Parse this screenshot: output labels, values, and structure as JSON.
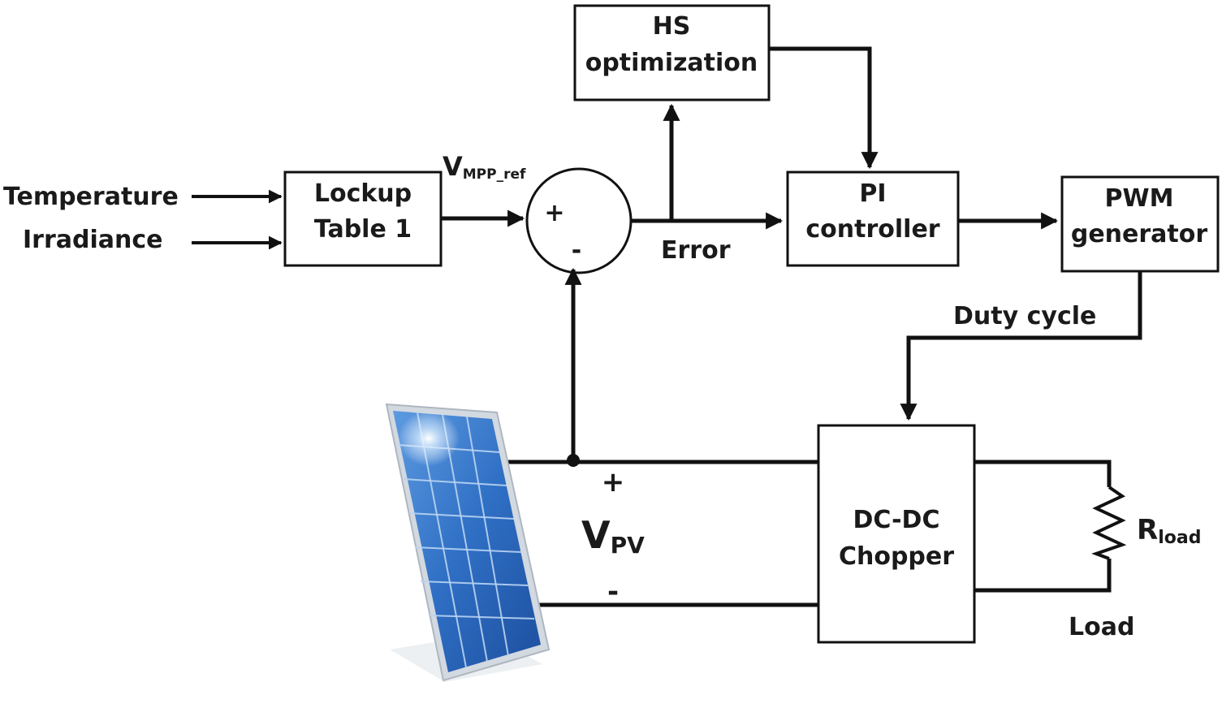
{
  "inputs": {
    "temperature": "Temperature",
    "irradiance": "Irradiance"
  },
  "blocks": {
    "lookup_table": {
      "line1": "Lockup",
      "line2": "Table 1"
    },
    "hs_optimization": {
      "line1": "HS",
      "line2": "optimization"
    },
    "pi_controller": {
      "line1": "PI",
      "line2": "controller"
    },
    "pwm_generator": {
      "line1": "PWM",
      "line2": "generator"
    },
    "dc_dc_chopper": {
      "line1": "DC-DC",
      "line2": "Chopper"
    }
  },
  "summing_junction": {
    "plus": "+",
    "minus": "-"
  },
  "signals": {
    "vmpp_ref_main": "V",
    "vmpp_ref_sub": "MPP_ref",
    "error": "Error",
    "duty_cycle": "Duty cycle",
    "vpv_main": "V",
    "vpv_sub": "PV",
    "vpv_plus": "+",
    "vpv_minus": "-",
    "rload_main": "R",
    "rload_sub": "load",
    "load": "Load"
  },
  "icons": {
    "solar_panel": "solar-panel-icon",
    "resistor": "resistor-icon"
  },
  "colors": {
    "line": "#111111",
    "panel_blue": "#2f6fc4",
    "panel_frame": "#cfd6de"
  }
}
